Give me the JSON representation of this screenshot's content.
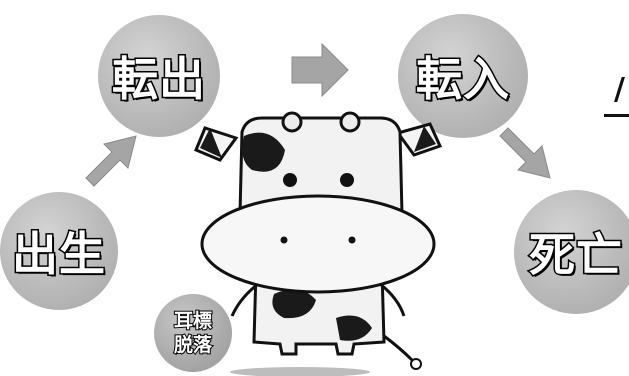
{
  "labels": {
    "transfer_out": "転出",
    "transfer_in": "転入",
    "birth": "出生",
    "death": "死亡",
    "ear_tag_line1": "耳標",
    "ear_tag_line2": "脱落",
    "edge_fragment": "/"
  },
  "icons": [
    "arrow-right-icon",
    "arrow-up-right-icon",
    "arrow-down-right-icon",
    "cow-mascot"
  ],
  "colors": {
    "bubble": "#b9b9b9",
    "arrow": "#a5a5a5",
    "cow_spot": "#1a1a1a",
    "cow_body": "#f2f2f2"
  }
}
